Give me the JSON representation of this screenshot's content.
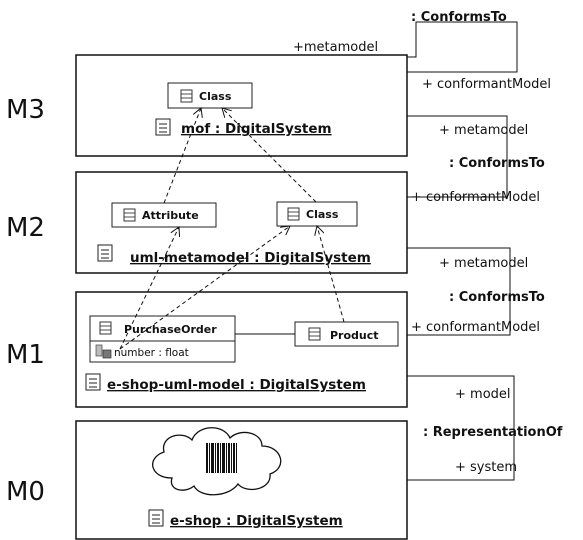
{
  "levels": {
    "m3": "M3",
    "m2": "M2",
    "m1": "M1",
    "m0": "M0"
  },
  "systems": {
    "m3": "mof : DigitalSystem",
    "m2": "uml-metamodel : DigitalSystem",
    "m1": "e-shop-uml-model : DigitalSystem",
    "m0": "e-shop : DigitalSystem"
  },
  "classes": {
    "m3_class": "Class",
    "m2_attribute": "Attribute",
    "m2_class": "Class",
    "m1_purchase_order": "PurchaseOrder",
    "m1_purchase_order_attr": "number : float",
    "m1_product": "Product"
  },
  "associations": {
    "top": {
      "name": ": ConformsTo",
      "role_a": "+metamodel",
      "role_b": "+ conformantModel"
    },
    "m3_m2": {
      "name": ": ConformsTo",
      "role_a": "+ metamodel",
      "role_b": "+ conformantModel"
    },
    "m2_m1": {
      "name": ": ConformsTo",
      "role_a": "+ metamodel",
      "role_b": "+ conformantModel"
    },
    "m1_m0": {
      "name": ": RepresentationOf",
      "role_a": "+ model",
      "role_b": "+ system"
    }
  }
}
